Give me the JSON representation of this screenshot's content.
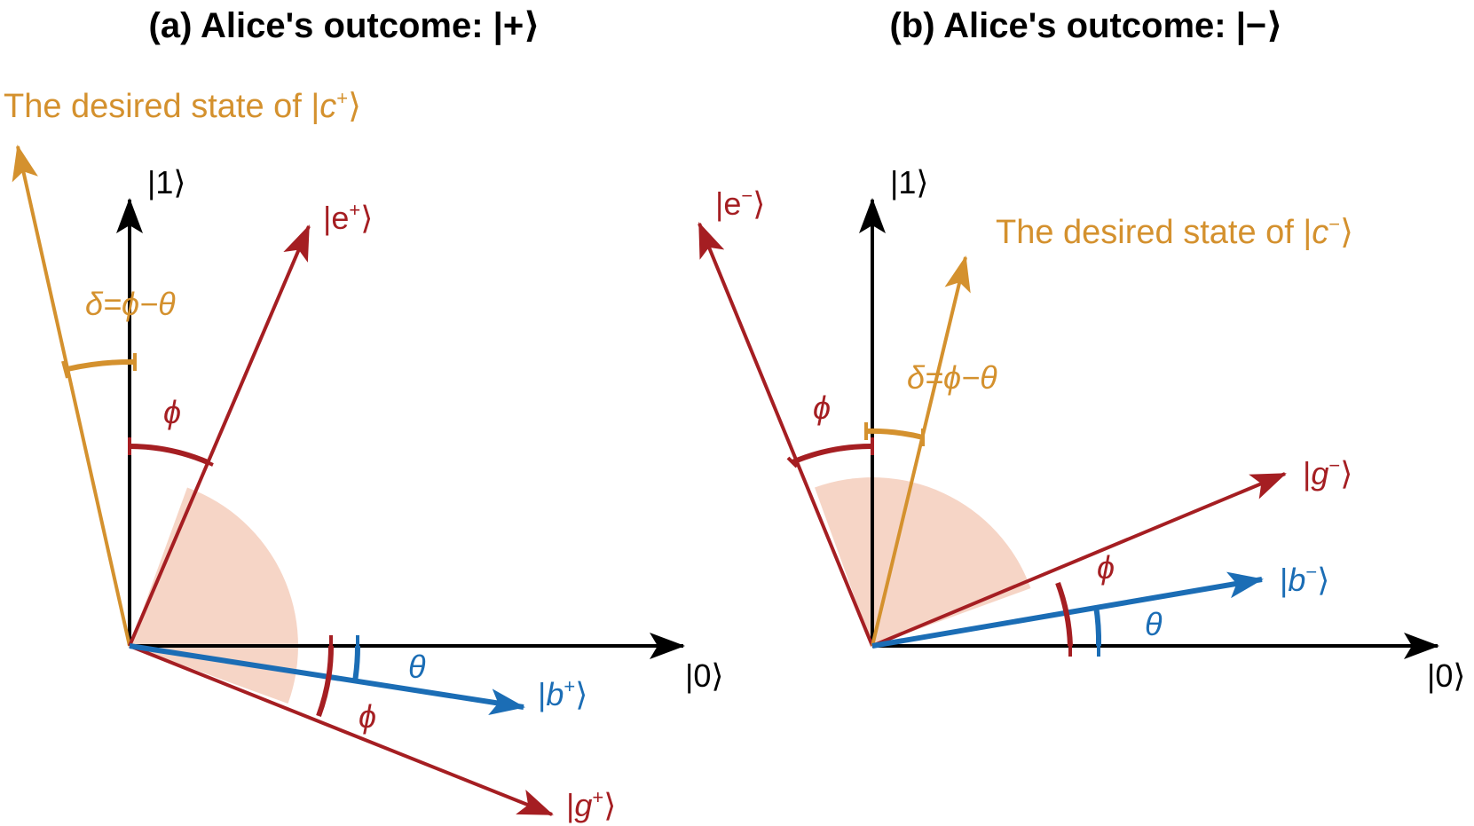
{
  "colors": {
    "axis": "#000000",
    "red": "#a51e22",
    "blue": "#1b6db5",
    "orange": "#d4912e",
    "sector": "#f6d5c6"
  },
  "panel_a": {
    "title": "(a) Alice's outcome: |+⟩",
    "axis_x_label": "|0⟩",
    "axis_y_label": "|1⟩",
    "e_label": {
      "pre": "|e",
      "sup": "+",
      "post": "⟩"
    },
    "b_label": {
      "pre": "|",
      "var": "b",
      "sup": "+",
      "post": "⟩"
    },
    "g_label": {
      "pre": "|",
      "var": "g",
      "sup": "+",
      "post": "⟩"
    },
    "c_label": {
      "pre": "The desired state of |",
      "var": "c",
      "sup": "+",
      "post": "⟩"
    },
    "delta_label": "δ=ϕ−θ",
    "phi_top": "ϕ",
    "phi_bottom": "ϕ",
    "theta": "θ"
  },
  "panel_b": {
    "title": "(b) Alice's outcome: |−⟩",
    "axis_x_label": "|0⟩",
    "axis_y_label": "|1⟩",
    "e_label": {
      "pre": "|e",
      "sup": "−",
      "post": "⟩"
    },
    "b_label": {
      "pre": "|",
      "var": "b",
      "sup": "−",
      "post": "⟩"
    },
    "g_label": {
      "pre": "|",
      "var": "g",
      "sup": "−",
      "post": "⟩"
    },
    "c_label": {
      "pre": "The desired state of |",
      "var": "c",
      "sup": "−",
      "post": "⟩"
    },
    "delta_label": "δ=ϕ−θ",
    "phi_top": "ϕ",
    "phi_bottom": "ϕ",
    "theta": "θ"
  }
}
